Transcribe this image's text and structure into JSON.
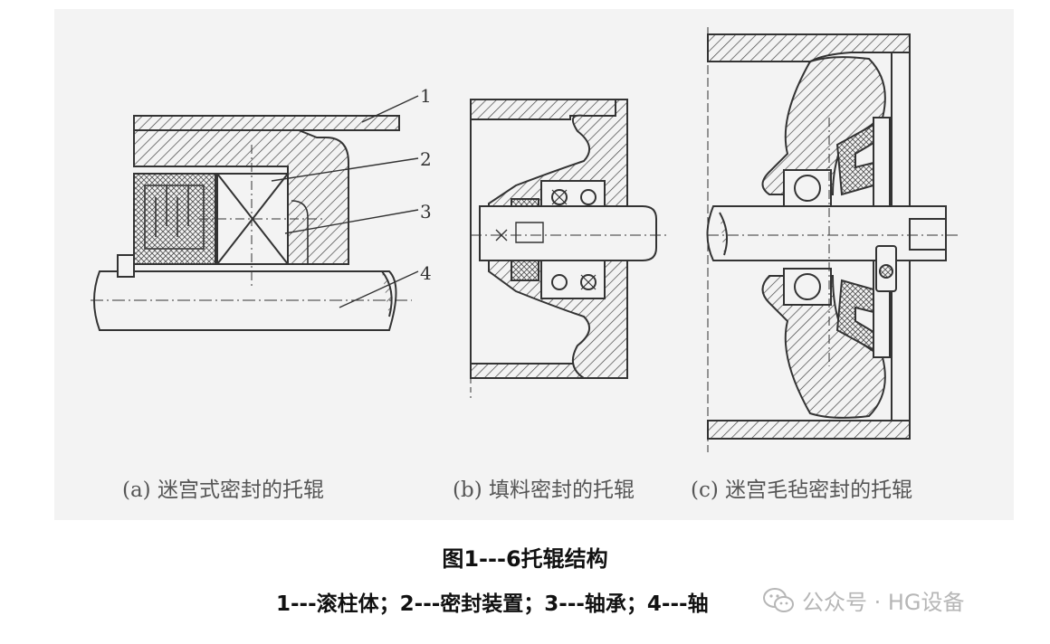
{
  "diagram": {
    "captions": {
      "a": "(a) 迷宫式密封的托辊",
      "b": "(b) 填料密封的托辊",
      "c": "(c) 迷宫毛毡密封的托辊"
    },
    "callouts": [
      "1",
      "2",
      "3",
      "4"
    ]
  },
  "figure": {
    "title": "图1---6托辊结构",
    "legend": "1---滚柱体；2---密封装置；3---轴承；4---轴"
  },
  "watermark": {
    "icon": "wechat-icon",
    "text": "公众号 · HG设备"
  }
}
